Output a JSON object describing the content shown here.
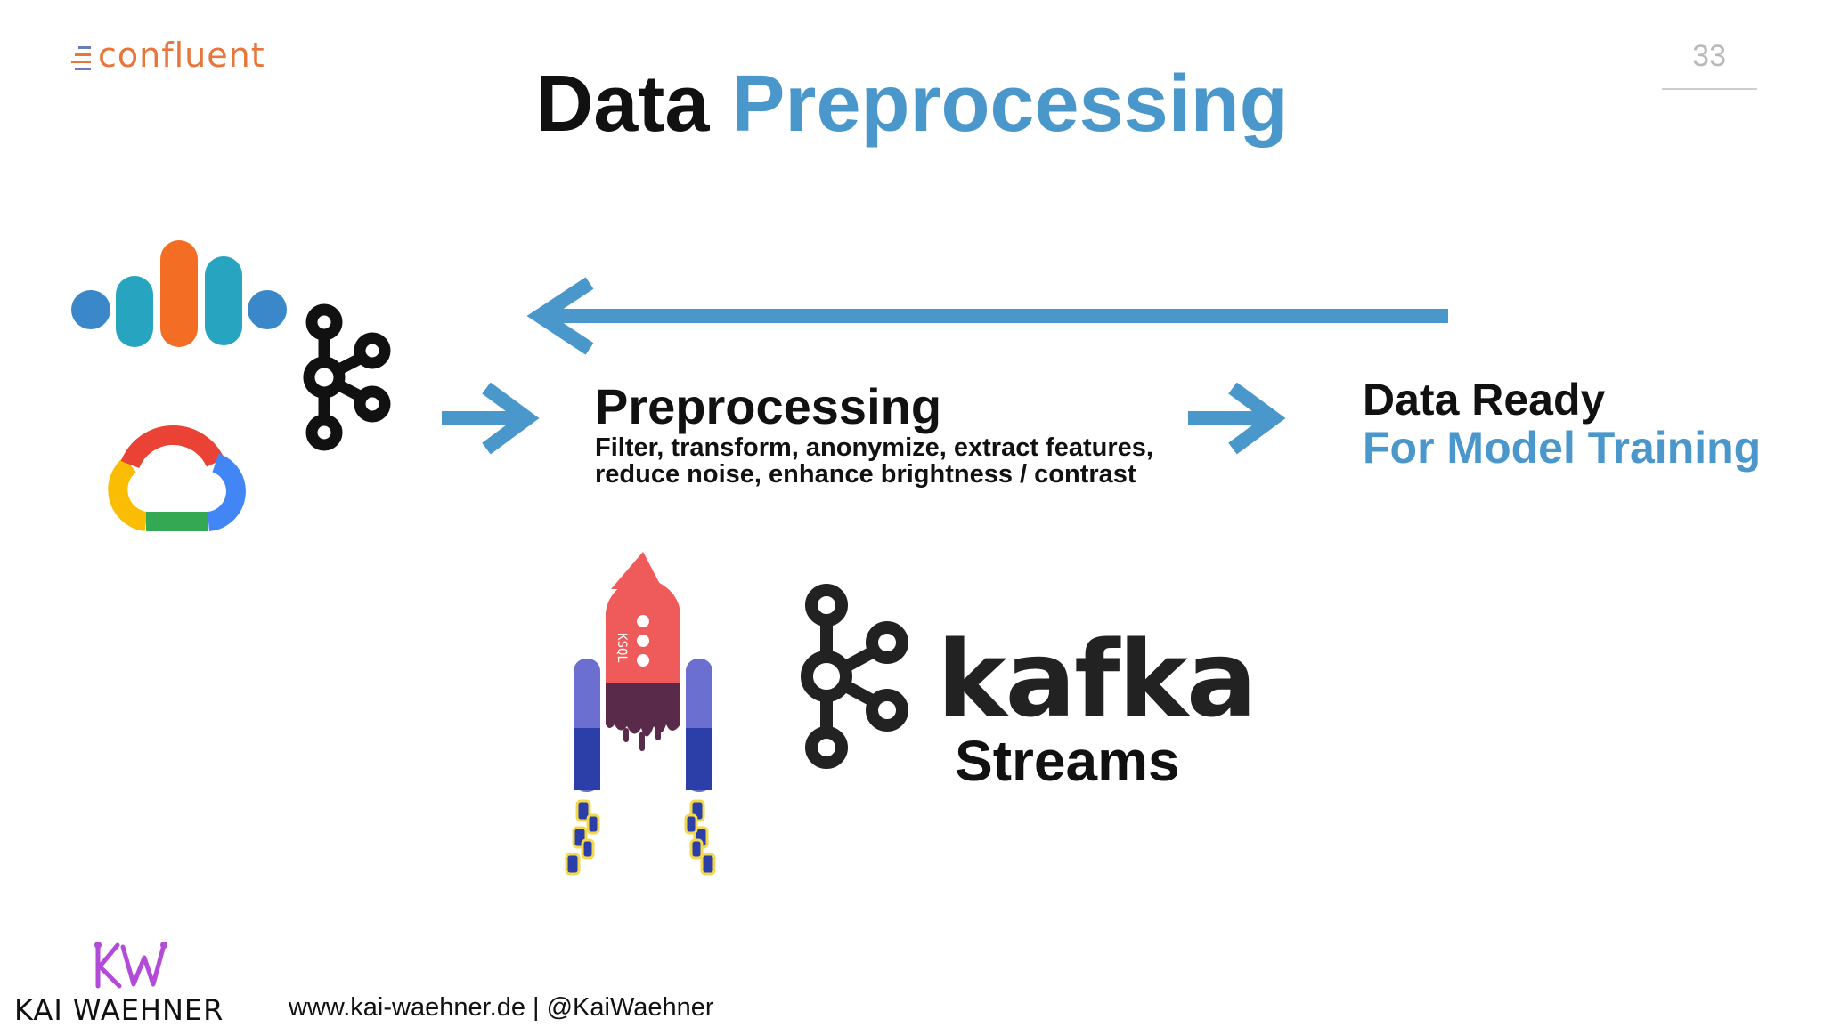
{
  "header": {
    "brand_logo": "confluent",
    "slide_number": "33",
    "title_part1": "Data",
    "title_part2": "Preprocessing"
  },
  "diagram": {
    "process_heading": "Preprocessing",
    "process_description_line1": "Filter, transform, anonymize, extract features,",
    "process_description_line2": "reduce noise, enhance brightness / contrast",
    "output_line1": "Data Ready",
    "output_line2": "For Model Training",
    "rocket_label": "KSQL",
    "kafka_word": "kafka",
    "streams_word": "Streams"
  },
  "icons": [
    "google-cloud-ai-icon",
    "kafka-icon",
    "google-cloud-icon",
    "ksql-rocket-icon",
    "kafka-streams-icon"
  ],
  "colors": {
    "accent_blue": "#4a97cc",
    "confluent_orange": "#e8753a"
  },
  "footer": {
    "author_logo_text": "KAI WAEHNER",
    "link_text": "www.kai-waehner.de | @KaiWaehner"
  }
}
